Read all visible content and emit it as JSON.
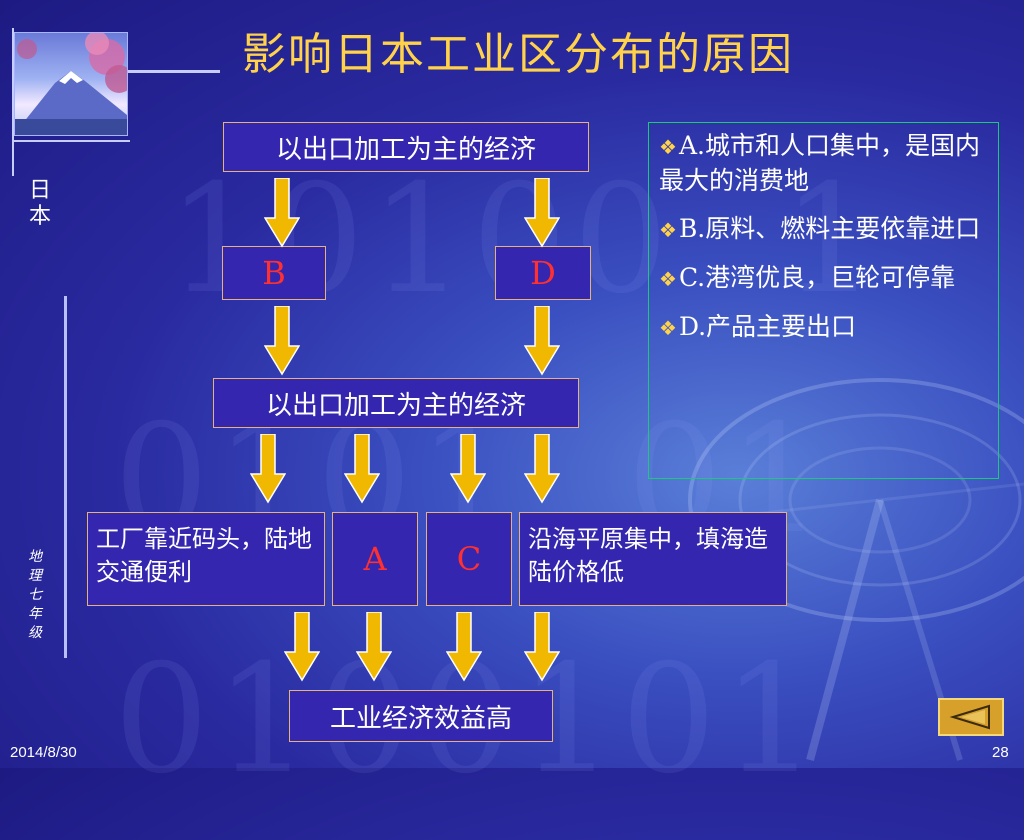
{
  "title": "影响日本工业区分布的原因",
  "side_label": "日本",
  "grade_label": "地理七年级",
  "diagram": {
    "top_box": "以出口加工为主的经济",
    "letter_b": "B",
    "letter_d": "D",
    "middle_box": "以出口加工为主的经济",
    "left_box": "工厂靠近码头，陆地交通便利",
    "letter_a": "A",
    "letter_c": "C",
    "right_box": "沿海平原集中，填海造陆价格低",
    "bottom_box": "工业经济效益高"
  },
  "options": [
    {
      "bullet": "❖",
      "text": "A.城市和人口集中，是国内最大的消费地"
    },
    {
      "bullet": "❖",
      "text": "B.原料、燃料主要依靠进口"
    },
    {
      "bullet": "❖",
      "text": "C.港湾优良，巨轮可停靠"
    },
    {
      "bullet": "❖",
      "text": "D.产品主要出口"
    }
  ],
  "footer": {
    "date": "2014/8/30",
    "page": "28"
  },
  "colors": {
    "title": "#ffd24a",
    "arrow": "#f0b800",
    "letter": "#ff3030",
    "box_fill": "#3526b0",
    "box_border": "#e7b27a",
    "options_border": "#1cc87a"
  },
  "icons": {
    "back": "back-triangle-icon",
    "photo": "mount-fuji-photo"
  }
}
